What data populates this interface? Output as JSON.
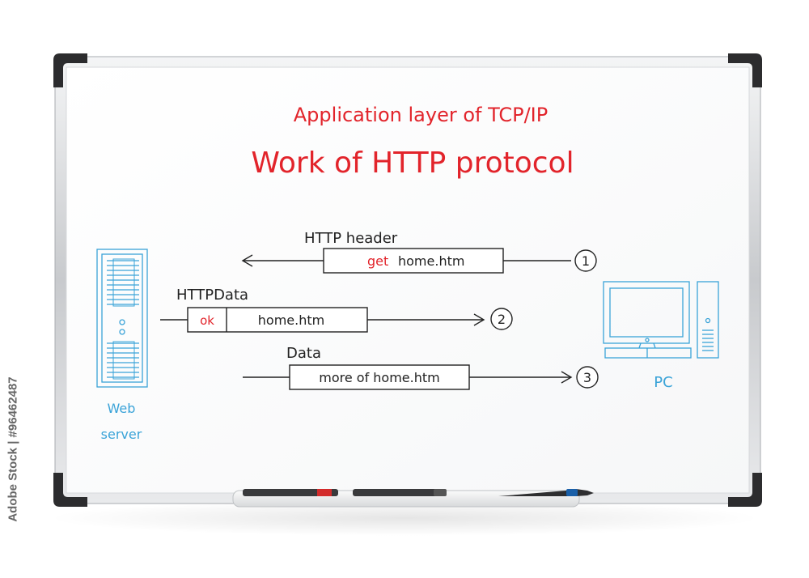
{
  "board": {
    "title_small": "Application layer of TCP/IP",
    "title_large": "Work of HTTP protocol"
  },
  "flows": {
    "f1": {
      "label": "HTTP header",
      "box_prefix": "get",
      "box_text": "home.htm",
      "step": "1"
    },
    "f2": {
      "label": "HTTPData",
      "box_prefix": "ok",
      "box_text": "home.htm",
      "step": "2"
    },
    "f3": {
      "label": "Data",
      "box_text": "more of home.htm",
      "step": "3"
    }
  },
  "server": {
    "label_line1": "Web",
    "label_line2": "server"
  },
  "pc": {
    "label": "PC"
  },
  "watermark": {
    "text": "Adobe Stock | #96462487"
  },
  "colors": {
    "red": "#e2242b",
    "blue": "#3aa3d8",
    "ink": "#222222",
    "frame": "#b9bcc0",
    "corner": "#2c2c2e"
  },
  "icons": [
    "server-icon",
    "computer-icon",
    "marker-icon"
  ]
}
